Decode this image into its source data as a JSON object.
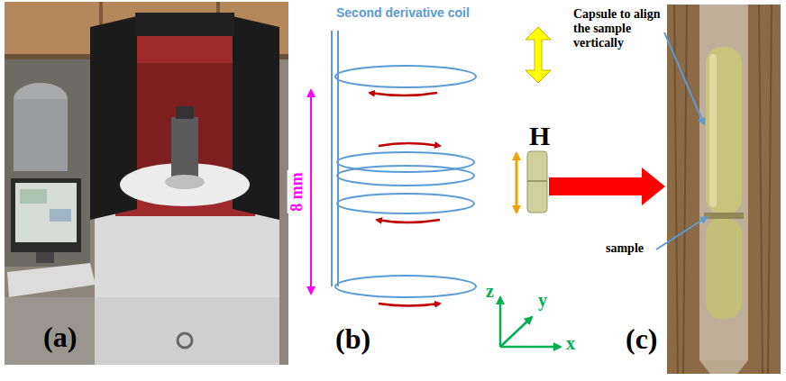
{
  "diagram": {
    "labels": [
      "(a)",
      "Second derivative coil",
      "H",
      "8 mm",
      "z",
      "y",
      "x",
      "(b)",
      "Capsule to align the sample vertically",
      "sample",
      "(c)"
    ]
  }
}
